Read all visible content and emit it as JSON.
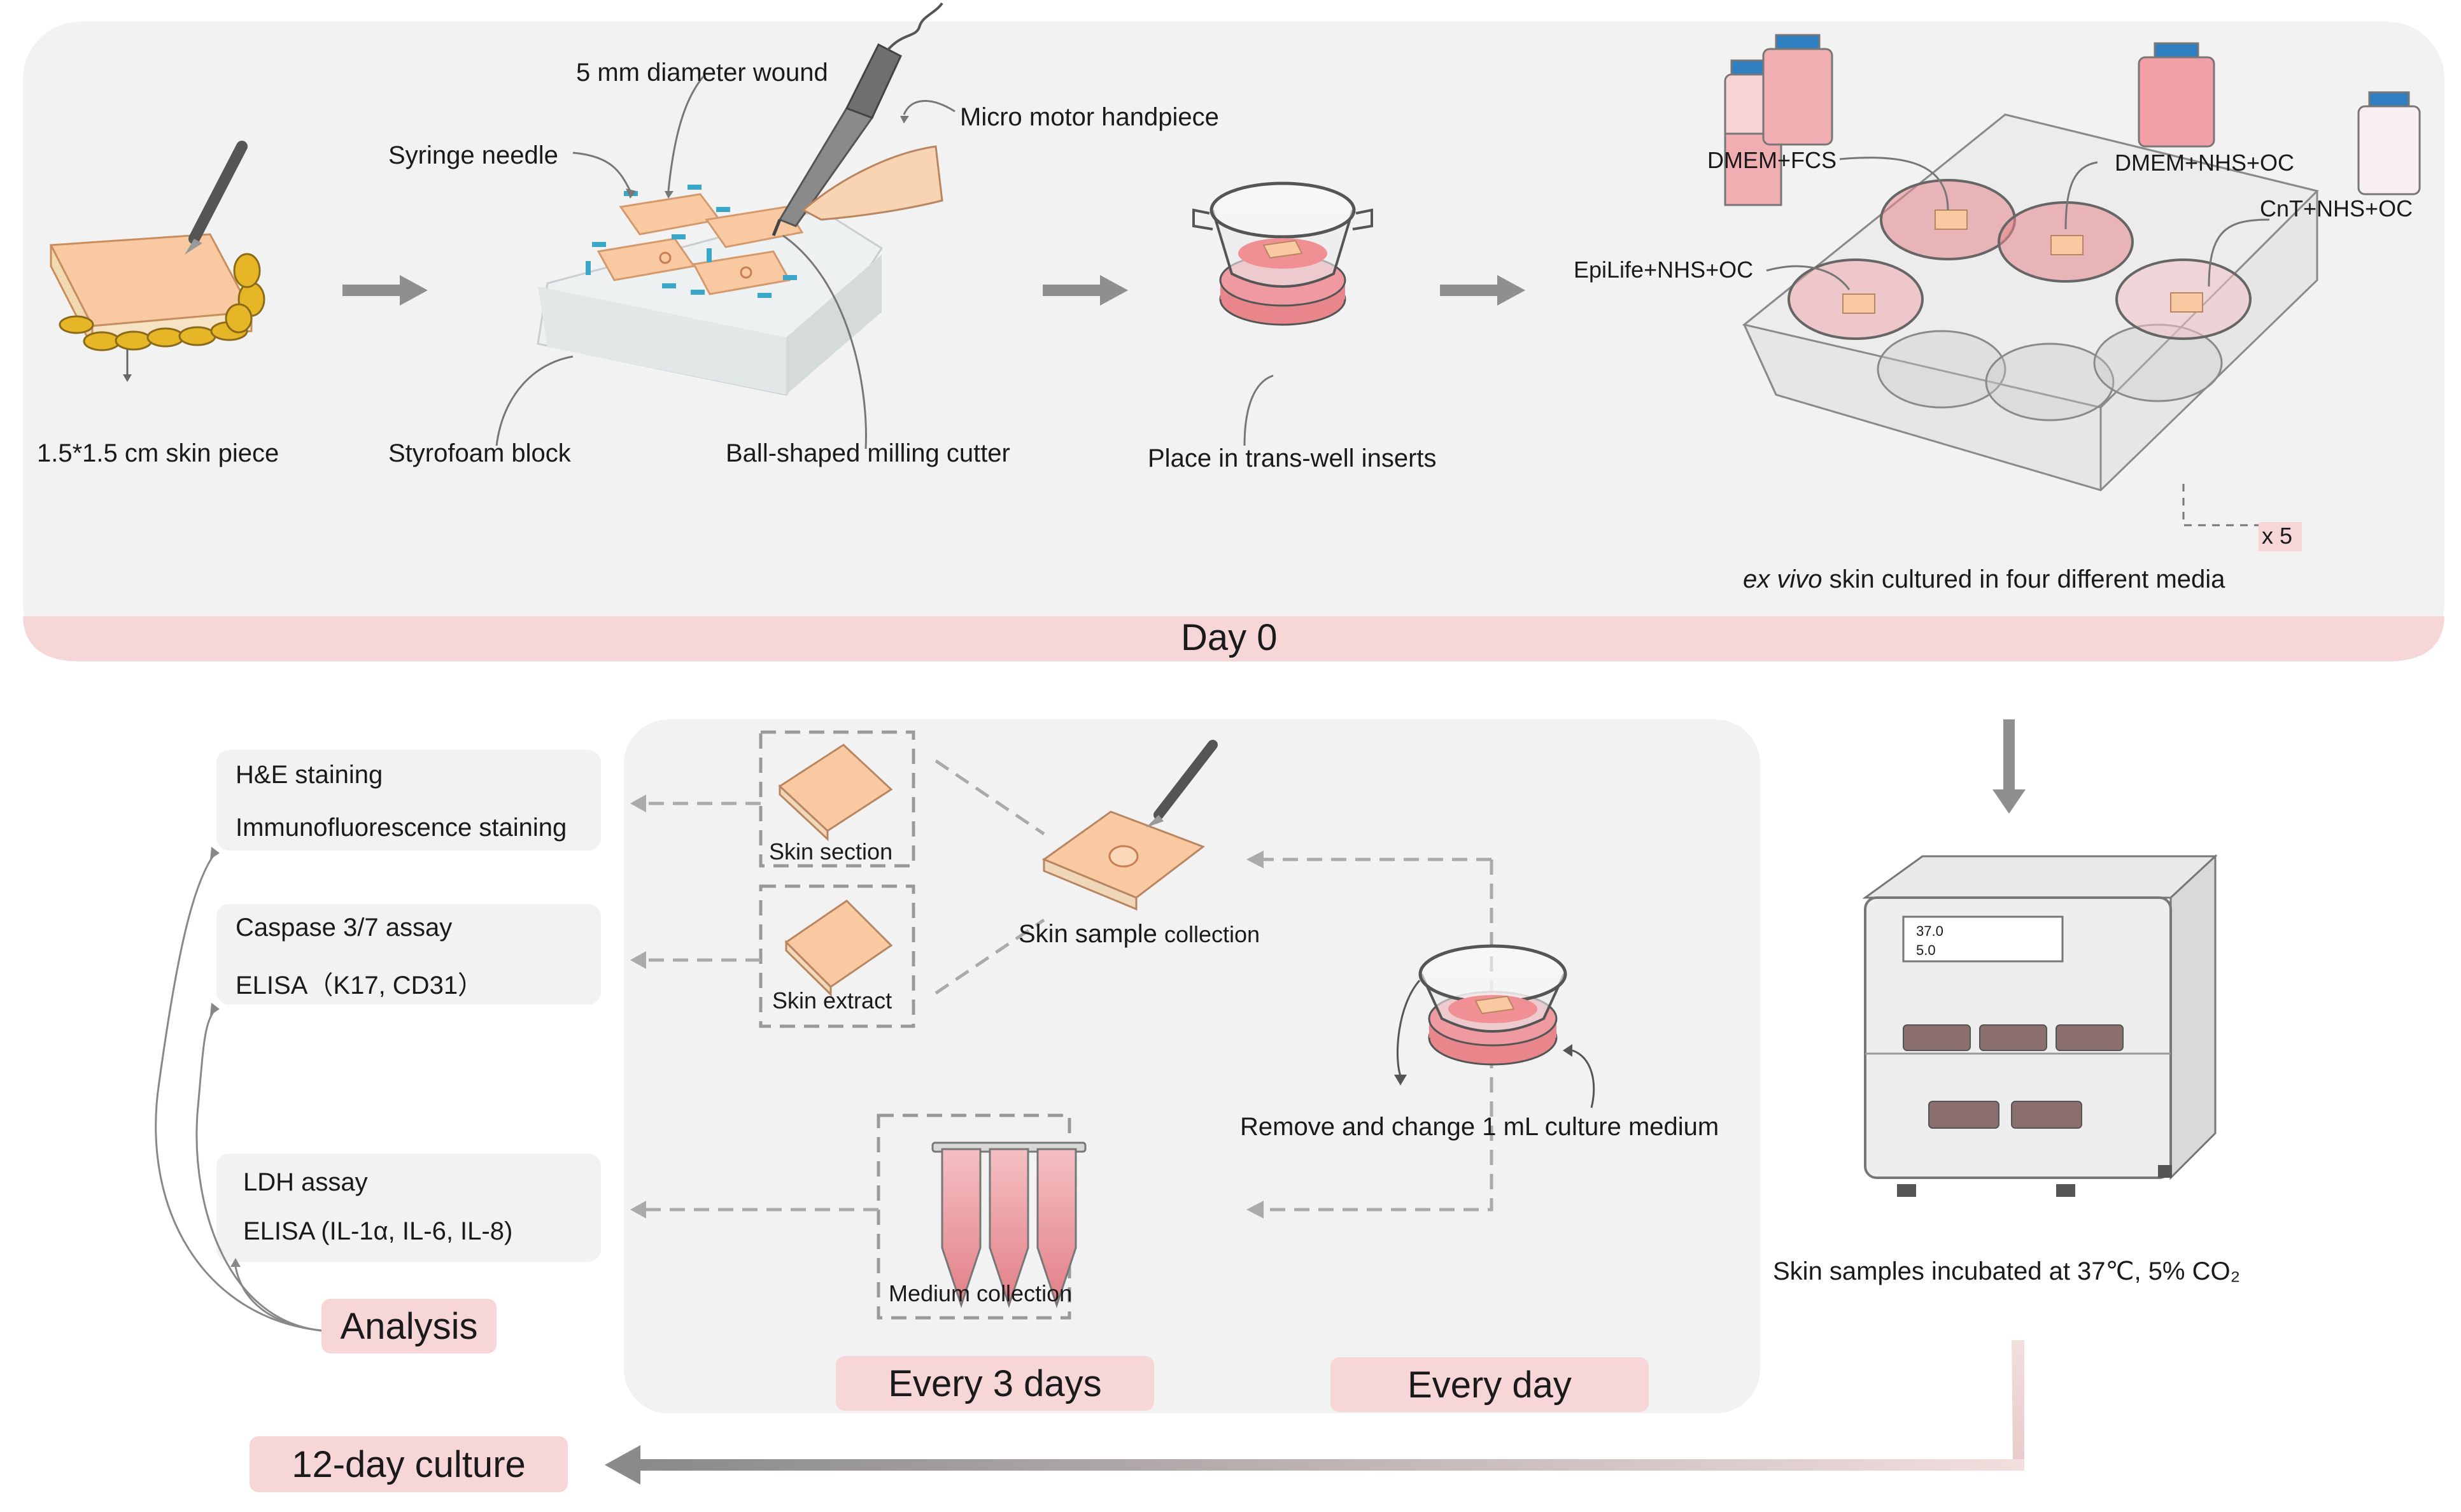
{
  "day0": {
    "banner": "Day 0",
    "skin_piece": "1.5*1.5 cm skin piece",
    "styrofoam": "Styrofoam block",
    "syringe": "Syringe needle",
    "wound": "5 mm diameter wound",
    "motor": "Micro motor handpiece",
    "cutter": "Ball-shaped milling cutter",
    "transwell": "Place in trans-well inserts",
    "media": [
      "DMEM+FCS",
      "DMEM+NHS+OC",
      "CnT+NHS+OC",
      "EpiLife+NHS+OC"
    ],
    "times": "x 5",
    "caption_italic": "ex vivo",
    "caption_rest": " skin cultured in four different media"
  },
  "culture": {
    "incubator_caption": "Skin samples incubated at 37℃, 5% CO₂",
    "incubator_readouts": [
      "37.0",
      "5.0"
    ],
    "sample_collection_a": "Skin sample ",
    "sample_collection_b": "collection",
    "skin_section": "Skin section",
    "skin_extract": "Skin extract",
    "medium_collection": "Medium collection",
    "medium_change": "Remove and change 1 mL culture medium",
    "every3": "Every 3 days",
    "everyday": "Every day",
    "duration": "12-day culture"
  },
  "analysis": {
    "title": "Analysis",
    "box1": [
      "H&E staining",
      "Immunofluorescence staining"
    ],
    "box2": [
      "Caspase 3/7 assay",
      "ELISA（K17, CD31）"
    ],
    "box3": [
      "LDH assay",
      "ELISA (IL-1α, IL-6, IL-8)"
    ]
  },
  "colors": {
    "banner": "#f6d6d7",
    "panel": "#f2f2f2",
    "skin": "#f9c9a1",
    "medium": "#e9868c",
    "arrow": "#8f8f8f"
  }
}
